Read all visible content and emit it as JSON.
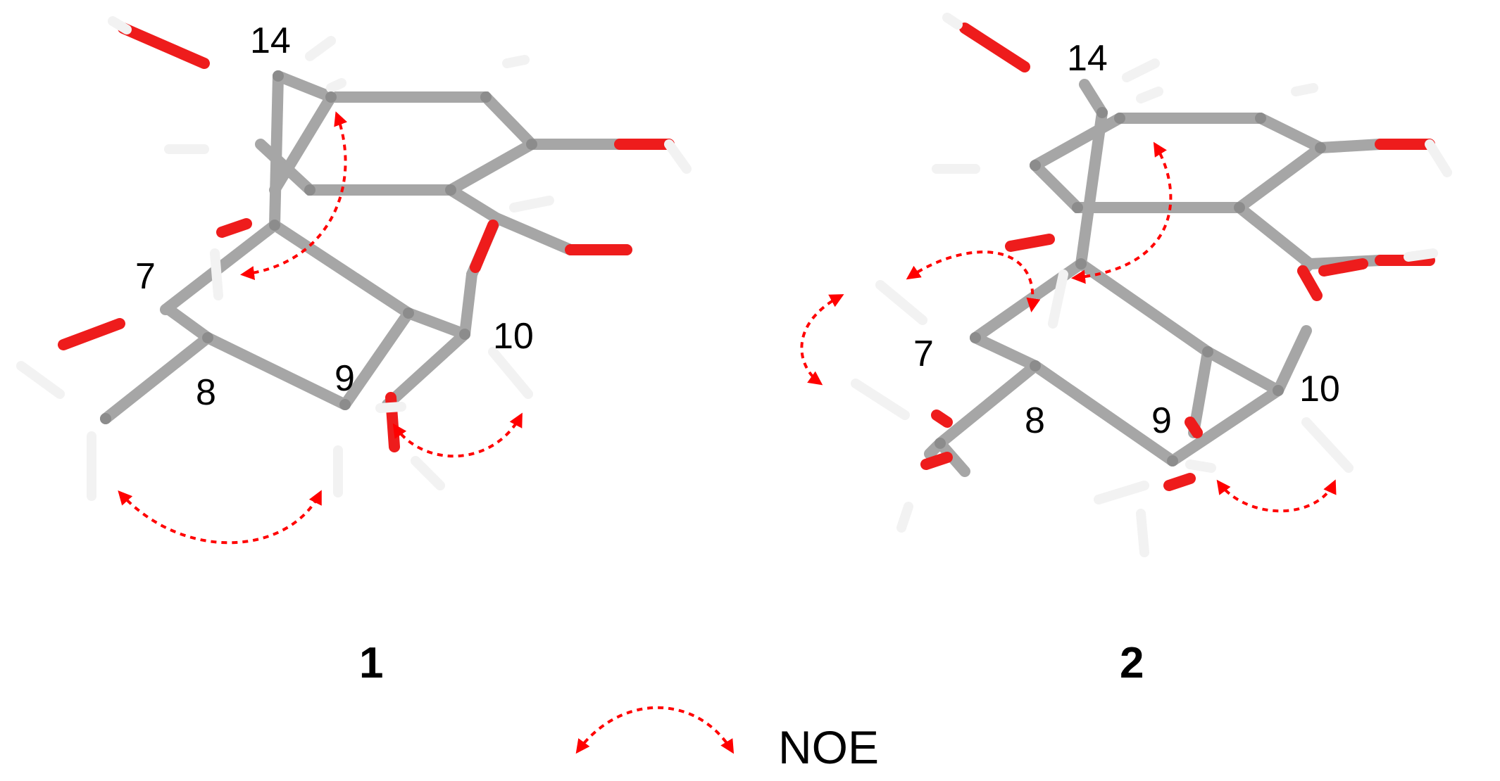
{
  "molecules": [
    {
      "compound_label": "1",
      "atom_labels": {
        "c14": "14",
        "c7": "7",
        "c8": "8",
        "c9": "9",
        "c10": "10"
      }
    },
    {
      "compound_label": "2",
      "atom_labels": {
        "c14": "14",
        "c7": "7",
        "c8": "8",
        "c9": "9",
        "c10": "10"
      }
    }
  ],
  "legend": {
    "label": "NOE"
  },
  "colors": {
    "carbon": "#a6a6a6",
    "oxygen": "#ee1c1c",
    "hydrogen": "#f2f2f2",
    "noe_arrow": "#ff0000"
  }
}
